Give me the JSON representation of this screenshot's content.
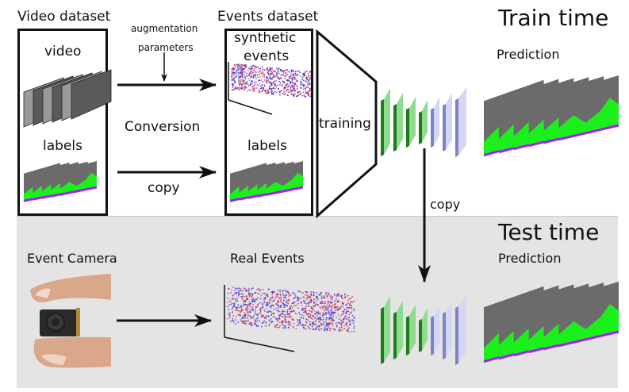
{
  "colors": {
    "stroke": "#111111",
    "test_panel_bg": "#e4e4e4",
    "encoder_green": "#8fdc8f",
    "encoder_green_dark": "#1e7a1e",
    "decoder_blue": "#d3d6f5",
    "decoder_blue_dark": "#7c83c6",
    "label_gray": "#6b6b6b",
    "label_green": "#1cf01c",
    "label_purple": "#a020f0",
    "event_red": "#e0283c",
    "event_blue": "#2a2ae0"
  },
  "train": {
    "title": "Train time",
    "video_dataset": {
      "title": "Video dataset",
      "video_label": "video",
      "labels_label": "labels"
    },
    "conversion": {
      "augmentation_label_line1": "augmentation",
      "augmentation_label_line2": "parameters",
      "conversion_label": "Conversion",
      "copy_label": "copy"
    },
    "events_dataset": {
      "title": "Events dataset",
      "synthetic_label_line1": "synthetic",
      "synthetic_label_line2": "events",
      "labels_label": "labels"
    },
    "training_label": "training",
    "prediction_label": "Prediction"
  },
  "network_copy_label": "copy",
  "test": {
    "title": "Test time",
    "camera_label": "Event Camera",
    "real_events_label": "Real Events",
    "prediction_label": "Prediction"
  }
}
